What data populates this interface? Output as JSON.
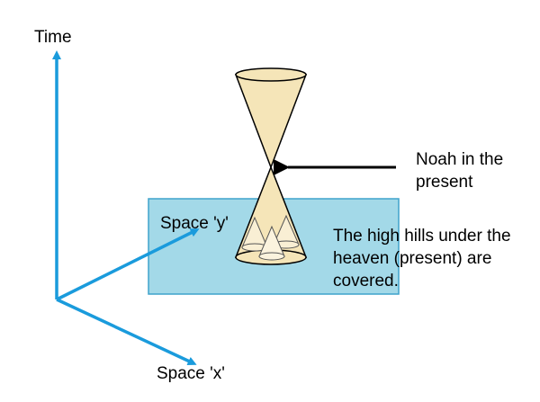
{
  "labels": {
    "time_axis": "Time",
    "space_y_axis": "Space 'y'",
    "space_x_axis": "Space 'x'",
    "noah": "Noah in the present",
    "hills": "The high hills under the heaven (present) are covered."
  },
  "colors": {
    "axis": "#1a9bdc",
    "water": "#a3d9e8",
    "water_edge": "#3fa3cc",
    "cone_fill": "#f5e5b8",
    "cone_stroke": "#000000",
    "pointer_arrow": "#000000"
  }
}
